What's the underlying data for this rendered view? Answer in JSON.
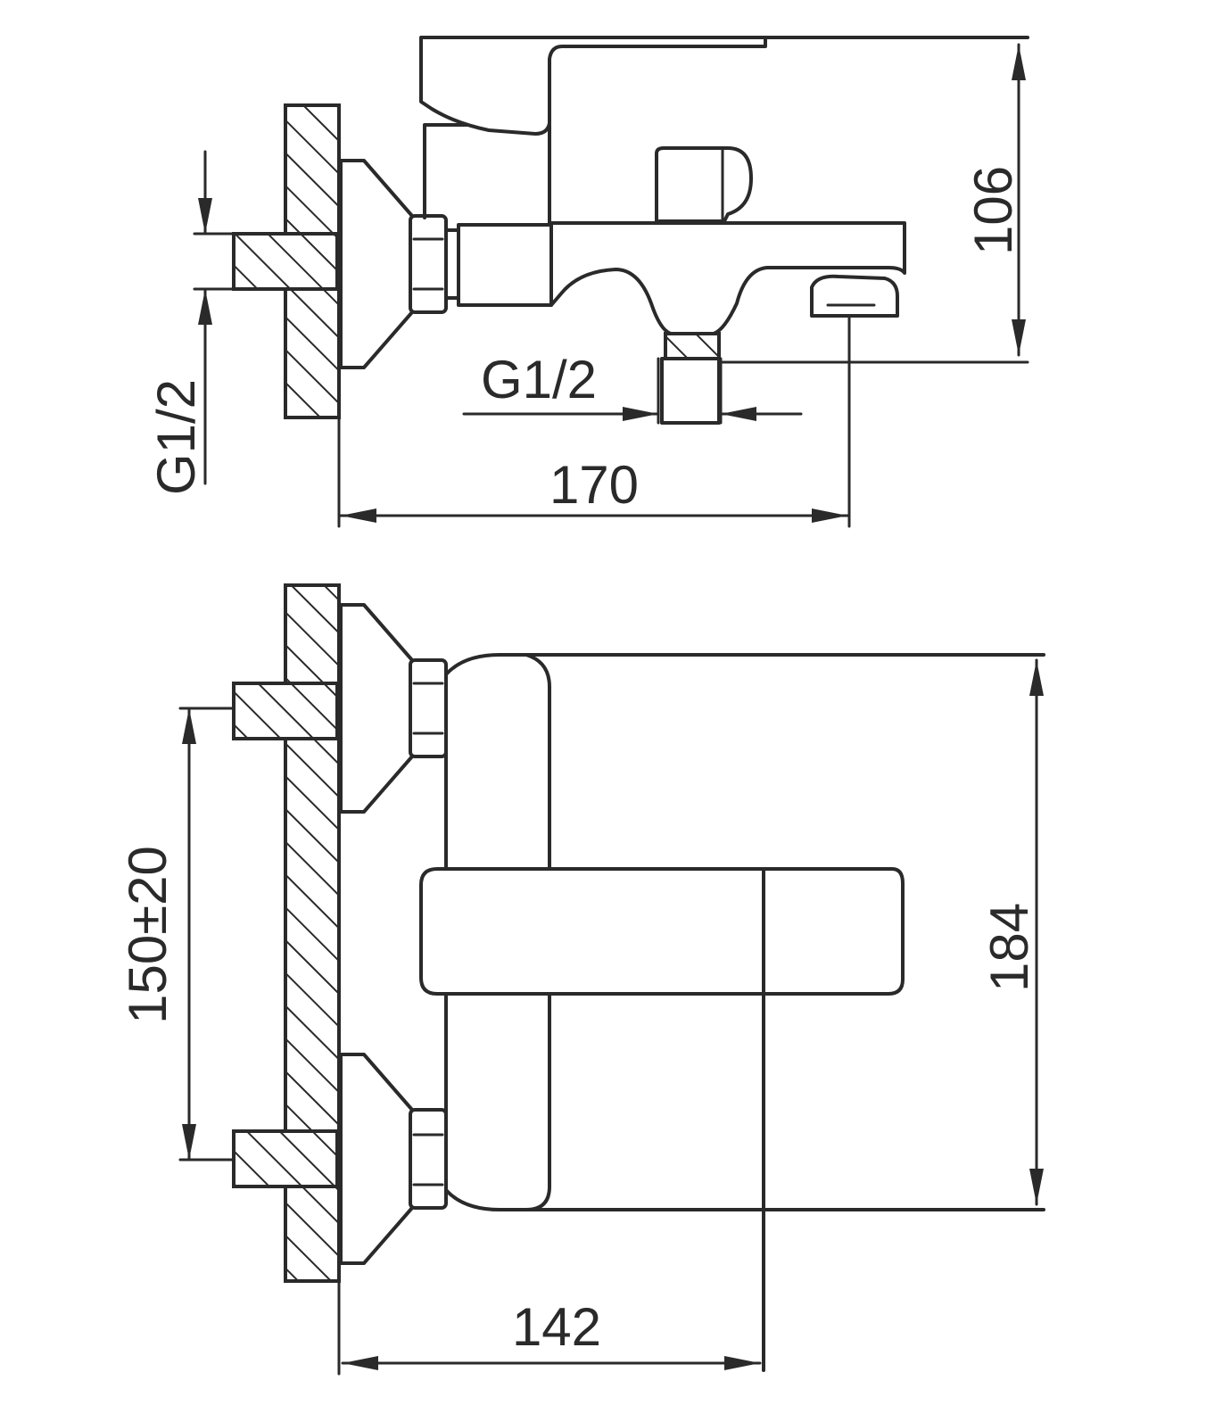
{
  "labels": {
    "height_top": "106",
    "inlet_thread_side": "G1/2",
    "outlet_thread": "G1/2",
    "projection_top": "170",
    "height_front": "184",
    "centre_distance": "150±20",
    "projection_front": "142"
  }
}
